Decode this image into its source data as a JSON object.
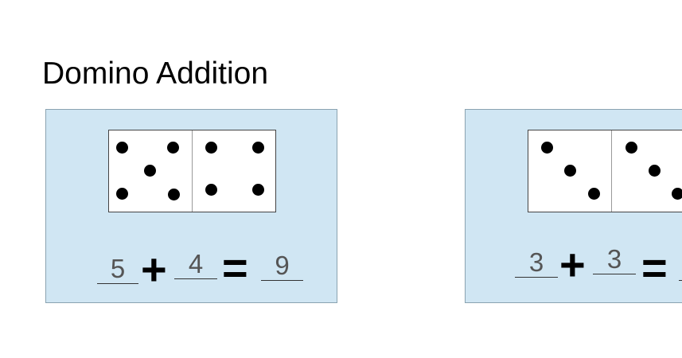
{
  "title": "Domino Addition",
  "cards": [
    {
      "left_pips": 5,
      "right_pips": 4,
      "addend1": "5",
      "plus": "+",
      "addend2": "4",
      "equals": "=",
      "sum": "9"
    },
    {
      "left_pips": 3,
      "right_pips": 3,
      "addend1": "3",
      "plus": "+",
      "addend2": "3",
      "equals": "=",
      "sum": ""
    }
  ]
}
